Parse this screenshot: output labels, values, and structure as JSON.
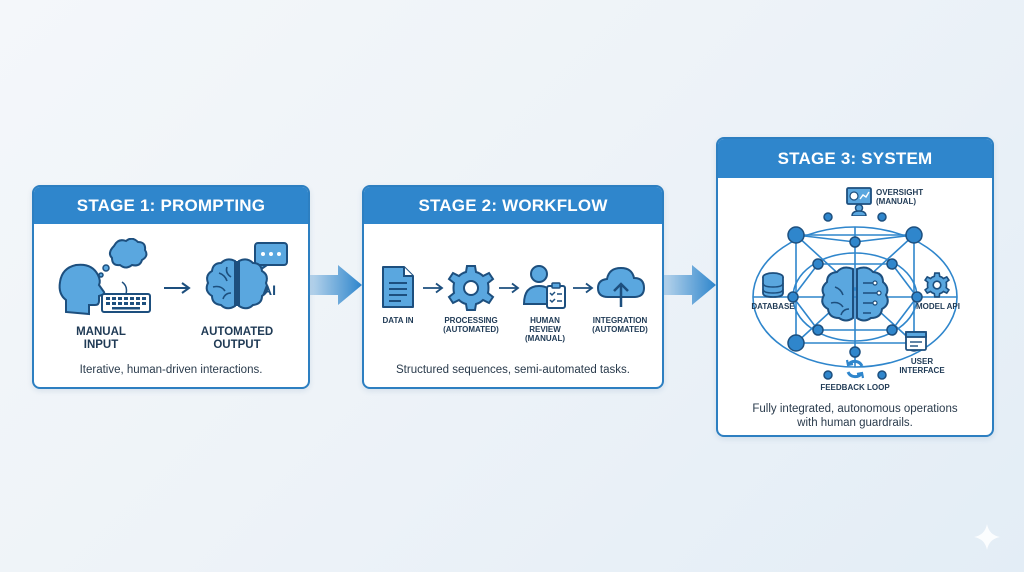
{
  "stage1": {
    "title": "STAGE 1: PROMPTING",
    "manual_label": "MANUAL\nINPUT",
    "automated_label": "AUTOMATED\nOUTPUT",
    "ai_text": "AI",
    "caption": "Iterative, human-driven interactions."
  },
  "stage2": {
    "title": "STAGE 2: WORKFLOW",
    "steps": [
      {
        "label": "DATA IN",
        "icon": "document-icon"
      },
      {
        "label": "PROCESSING\n(AUTOMATED)",
        "icon": "gear-icon"
      },
      {
        "label": "HUMAN\nREVIEW\n(MANUAL)",
        "icon": "person-checklist-icon"
      },
      {
        "label": "INTEGRATION\n(AUTOMATED)",
        "icon": "cloud-upload-icon"
      }
    ],
    "caption": "Structured sequences, semi-automated tasks."
  },
  "stage3": {
    "title": "STAGE 3: SYSTEM",
    "oversight": "OVERSIGHT\n(MANUAL)",
    "database": "DATABASE",
    "model_api": "MODEL API",
    "user_interface": "USER\nINTERFACE",
    "feedback_loop": "FEEDBACK LOOP",
    "caption": "Fully integrated, autonomous operations\nwith human guardrails."
  },
  "colors": {
    "primary": "#2f86cc",
    "icon_stroke": "#1d4f7e",
    "icon_fill": "#5aa7df"
  }
}
